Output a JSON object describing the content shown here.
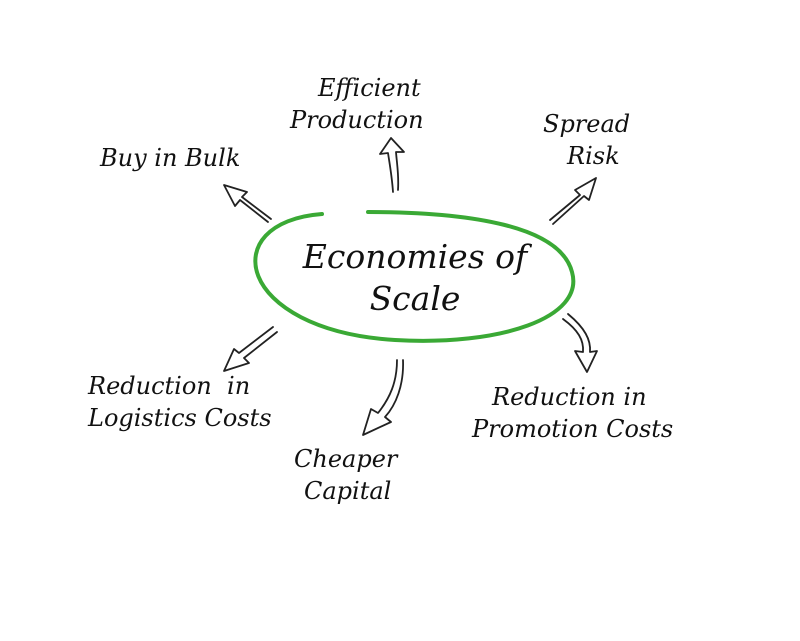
{
  "center": {
    "line1": "Economies of",
    "line2": "Scale"
  },
  "nodes": {
    "efficient_production": {
      "line1": "Efficient",
      "line2": "Production"
    },
    "buy_in_bulk": {
      "line1": "Buy in Bulk"
    },
    "spread_risk": {
      "line1": "Spread",
      "line2": "Risk"
    },
    "reduction_logistics": {
      "line1": "Reduction  in",
      "line2": "Logistics Costs"
    },
    "cheaper_capital": {
      "line1": "Cheaper",
      "line2": "Capital"
    },
    "reduction_promotion": {
      "line1": "Reduction in",
      "line2": "Promotion Costs"
    }
  },
  "colors": {
    "ellipse": "#3aa935",
    "text": "#111111",
    "arrow": "#222222"
  }
}
